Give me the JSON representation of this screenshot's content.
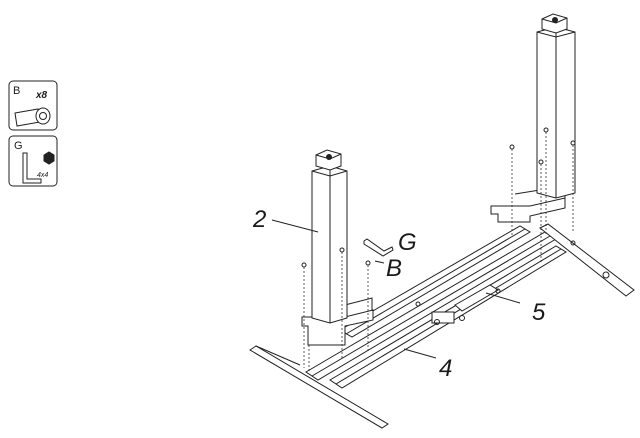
{
  "legend": {
    "screws": {
      "letter": "B",
      "quantity": "x8"
    },
    "hex_key": {
      "letter": "G",
      "size": "4x4"
    }
  },
  "callouts": {
    "leg": "2",
    "hex_key": "G",
    "screws": "B",
    "crossbar_front": "4",
    "crossbar_rear": "5"
  }
}
